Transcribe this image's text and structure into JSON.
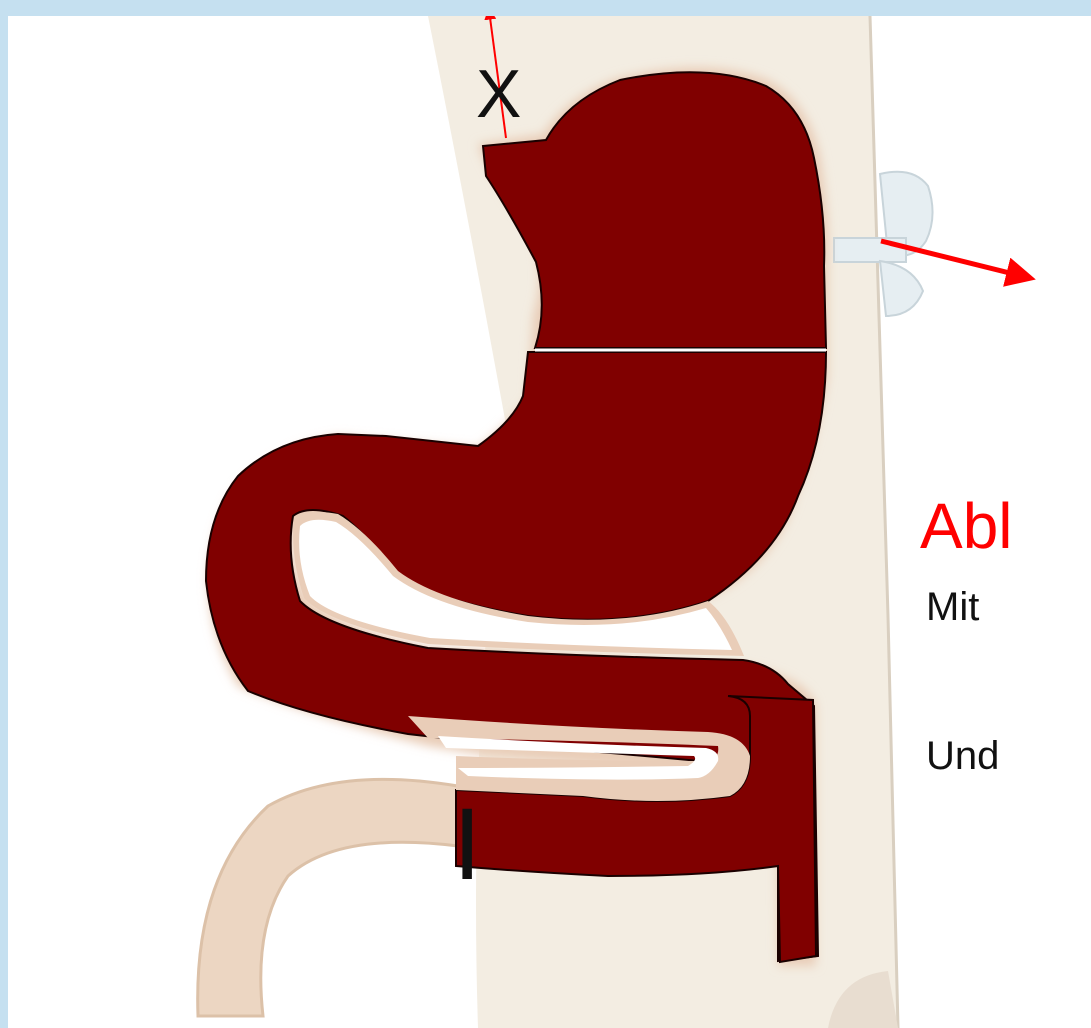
{
  "colors": {
    "background_frame": "#c5e0f0",
    "organ_fill": "#800000",
    "organ_halo": "#e9cdb8",
    "body_wall": "#f3ede2",
    "arrow": "#ff0000",
    "heading_text": "#ff0000",
    "body_text": "#111111"
  },
  "labels": {
    "x_marker": "X",
    "i_marker": "I"
  },
  "text_panel": {
    "heading": "Abl",
    "line1": "Mit",
    "line2": "Und"
  },
  "icons": {
    "up_arrow": "up-arrow-icon",
    "right_arrow": "right-arrow-icon"
  }
}
